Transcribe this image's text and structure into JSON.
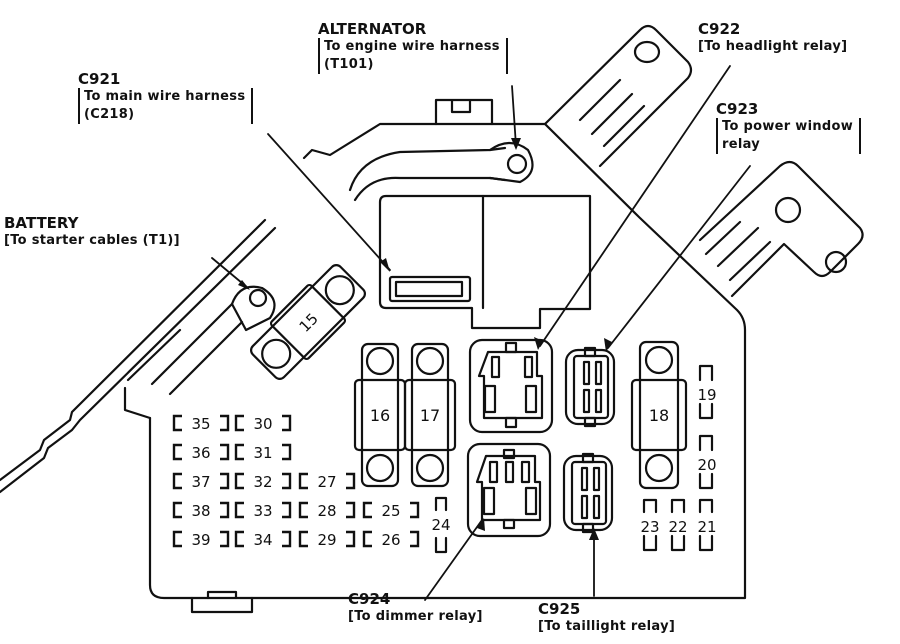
{
  "title": "Under-hood fuse/relay box",
  "callouts": {
    "alternator": {
      "code": "ALTERNATOR",
      "line1": "To engine wire harness",
      "line2": "(T101)"
    },
    "c921": {
      "code": "C921",
      "line1": "To main wire harness",
      "line2": "(C218)"
    },
    "battery": {
      "code": "BATTERY",
      "line1": "[To starter cables (T1)]"
    },
    "c922": {
      "code": "C922",
      "line1": "[To headlight relay]"
    },
    "c923": {
      "code": "C923",
      "line1": "To power window",
      "line2": "relay"
    },
    "c924": {
      "code": "C924",
      "line1": "[To dimmer relay]"
    },
    "c925": {
      "code": "C925",
      "line1": "[To taillight relay]"
    }
  },
  "large_fuses": [
    "15",
    "16",
    "17",
    "18"
  ],
  "small_fuses": {
    "col1": [
      "35",
      "36",
      "37",
      "38",
      "39"
    ],
    "col2": [
      "30",
      "31",
      "32",
      "33",
      "34"
    ],
    "col3": [
      "27",
      "28",
      "29"
    ],
    "col4": [
      "25",
      "26"
    ],
    "vertical": [
      "24",
      "19",
      "20",
      "23",
      "22",
      "21"
    ]
  }
}
